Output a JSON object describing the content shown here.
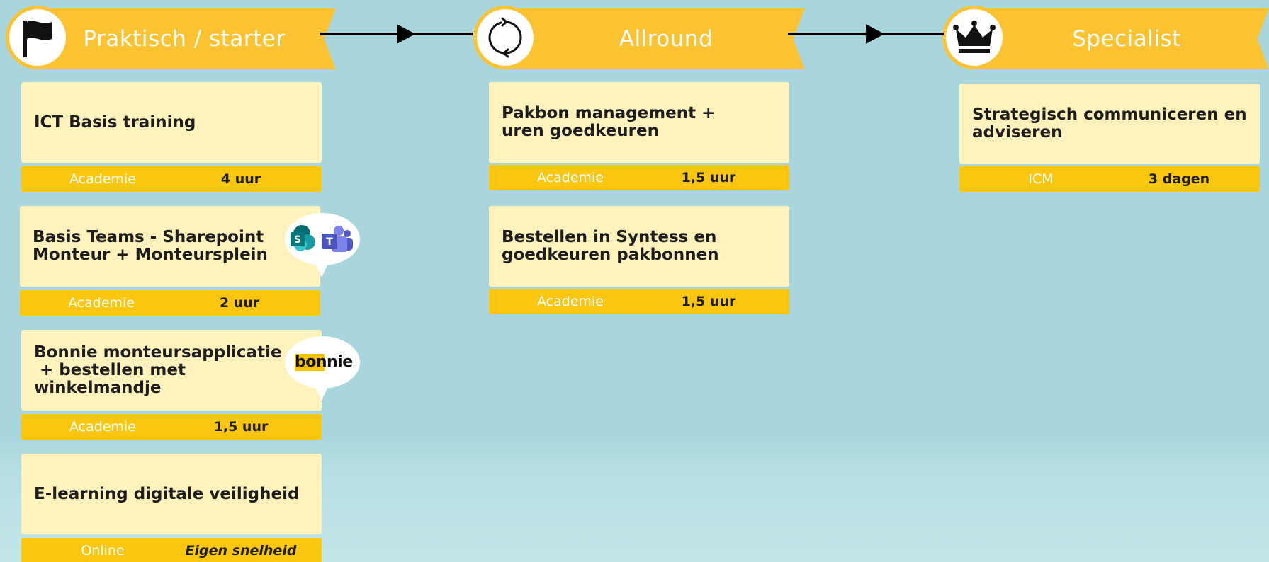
{
  "colors": {
    "banner": "#fbc232",
    "card": "#fff2bd",
    "bar": "#fac60f",
    "arrow": "#000000"
  },
  "stages": [
    {
      "title": "Praktisch / starter",
      "icon": "flag-icon"
    },
    {
      "title": "Allround",
      "icon": "refresh-cycle-icon"
    },
    {
      "title": "Specialist",
      "icon": "crown-icon"
    }
  ],
  "columns": [
    {
      "courses": [
        {
          "title_lines": [
            "ICT Basis training"
          ],
          "provider": "Academie",
          "duration": "4 uur"
        },
        {
          "title_lines": [
            "Basis Teams - Sharepoint",
            "Monteur + Monteursplein"
          ],
          "provider": "Academie",
          "duration": "2 uur",
          "logo": "sharepoint-teams-logo"
        },
        {
          "title_lines": [
            "Bonnie monteursapplicatie",
            " + bestellen met",
            "winkelmandje"
          ],
          "provider": "Academie",
          "duration": "1,5 uur",
          "logo": "bonnie-logo",
          "logo_text": "bonnie"
        },
        {
          "title_lines": [
            "E-learning digitale veiligheid"
          ],
          "provider": "Online",
          "duration": "Eigen snelheid"
        }
      ]
    },
    {
      "courses": [
        {
          "title_lines": [
            "Pakbon management +",
            "uren goedkeuren"
          ],
          "provider": "Academie",
          "duration": "1,5 uur"
        },
        {
          "title_lines": [
            "Bestellen in Syntess en",
            "goedkeuren pakbonnen"
          ],
          "provider": "Academie",
          "duration": "1,5 uur"
        }
      ]
    },
    {
      "courses": [
        {
          "title_lines": [
            "Strategisch communiceren en",
            "adviseren"
          ],
          "provider": "ICM",
          "duration": "3 dagen"
        }
      ]
    }
  ]
}
